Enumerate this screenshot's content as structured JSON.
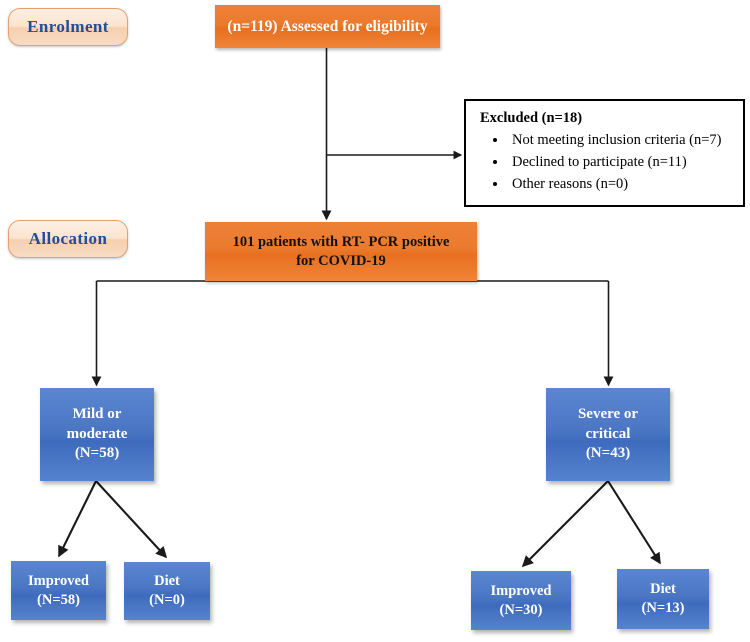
{
  "diagram": {
    "title": "CONSORT-style patient flow diagram",
    "colors": {
      "orange": "#E8702A",
      "blue": "#4472C4",
      "pill_text": "#1F4E9C",
      "pill_border": "#E8A06A",
      "outline": "#000000"
    }
  },
  "phases": [
    {
      "id": "enrolment",
      "label": "Enrolment"
    },
    {
      "id": "allocation",
      "label": "Allocation"
    }
  ],
  "nodes": {
    "assessed": {
      "label": "(n=119) Assessed for eligibility"
    },
    "excluded": {
      "title": "Excluded (n=18)",
      "reasons": [
        "Not meeting inclusion criteria (n=7)",
        "Declined to participate (n=11)",
        "Other reasons (n=0)"
      ]
    },
    "enrolled": {
      "line1": "101 patients with RT- PCR positive",
      "line2": "for COVID-19"
    },
    "mild": {
      "line1": "Mild or",
      "line2": "moderate",
      "line3": "(N=58)"
    },
    "severe": {
      "line1": "Severe or",
      "line2": "critical",
      "line3": "(N=43)"
    },
    "mild_improved": {
      "line1": "Improved",
      "line2": "(N=58)"
    },
    "mild_diet": {
      "line1": "Diet",
      "line2": "(N=0)"
    },
    "severe_improved": {
      "line1": "Improved",
      "line2": "(N=30)"
    },
    "severe_diet": {
      "line1": "Diet",
      "line2": "(N=13)"
    }
  },
  "chart_data": {
    "type": "diagram",
    "title": "Patient flow diagram",
    "nodes": [
      {
        "id": "assessed",
        "text": "(n=119) Assessed for eligibility",
        "n": 119,
        "style": "orange"
      },
      {
        "id": "excluded",
        "text": "Excluded (n=18)",
        "n": 18,
        "style": "outline"
      },
      {
        "id": "enrolled",
        "text": "101 patients with RT- PCR positive for COVID-19",
        "n": 101,
        "style": "orange"
      },
      {
        "id": "mild",
        "text": "Mild or moderate (N=58)",
        "n": 58,
        "style": "blue"
      },
      {
        "id": "severe",
        "text": "Severe or critical (N=43)",
        "n": 43,
        "style": "blue"
      },
      {
        "id": "mild_improved",
        "text": "Improved (N=58)",
        "n": 58,
        "style": "blue"
      },
      {
        "id": "mild_diet",
        "text": "Diet (N=0)",
        "n": 0,
        "style": "blue"
      },
      {
        "id": "severe_improved",
        "text": "Improved (N=30)",
        "n": 30,
        "style": "blue"
      },
      {
        "id": "severe_diet",
        "text": "Diet (N=13)",
        "n": 13,
        "style": "blue"
      }
    ],
    "edges": [
      {
        "from": "assessed",
        "to": "excluded"
      },
      {
        "from": "assessed",
        "to": "enrolled"
      },
      {
        "from": "enrolled",
        "to": "mild"
      },
      {
        "from": "enrolled",
        "to": "severe"
      },
      {
        "from": "mild",
        "to": "mild_improved"
      },
      {
        "from": "mild",
        "to": "mild_diet"
      },
      {
        "from": "severe",
        "to": "severe_improved"
      },
      {
        "from": "severe",
        "to": "severe_diet"
      }
    ]
  }
}
